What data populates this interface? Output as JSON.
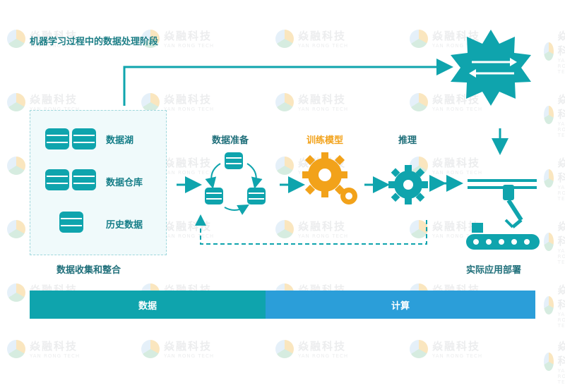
{
  "title": "机器学习过程中的数据处理阶段",
  "watermark": {
    "name": "焱融科技",
    "sub": "YAN RONG TECH"
  },
  "collection": {
    "items": [
      "数据湖",
      "数据仓库",
      "历史数据"
    ],
    "caption": "数据收集和整合"
  },
  "stages": {
    "prepare": "数据准备",
    "train": "训练模型",
    "infer": "推理"
  },
  "deploy": {
    "caption": "实际应用部署"
  },
  "bars": {
    "data": "数据",
    "compute": "计算"
  },
  "colors": {
    "teal": "#0fa4ad",
    "orange": "#f2a21a",
    "blue": "#2b9ed9"
  }
}
